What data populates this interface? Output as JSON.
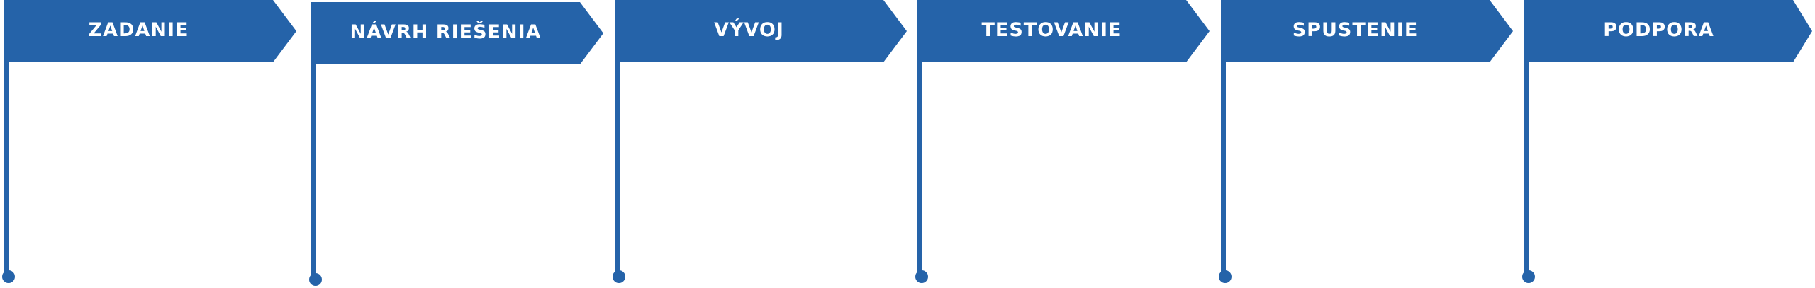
{
  "colors": {
    "flag_fill": "#2563a9",
    "pole": "#2563a9",
    "label_text": "#ffffff",
    "background": "#ffffff"
  },
  "steps": [
    {
      "label": "ZADANIE"
    },
    {
      "label": "NÁVRH RIEŠENIA"
    },
    {
      "label": "VÝVOJ"
    },
    {
      "label": "TESTOVANIE"
    },
    {
      "label": "SPUSTENIE"
    },
    {
      "label": "PODPORA"
    }
  ]
}
